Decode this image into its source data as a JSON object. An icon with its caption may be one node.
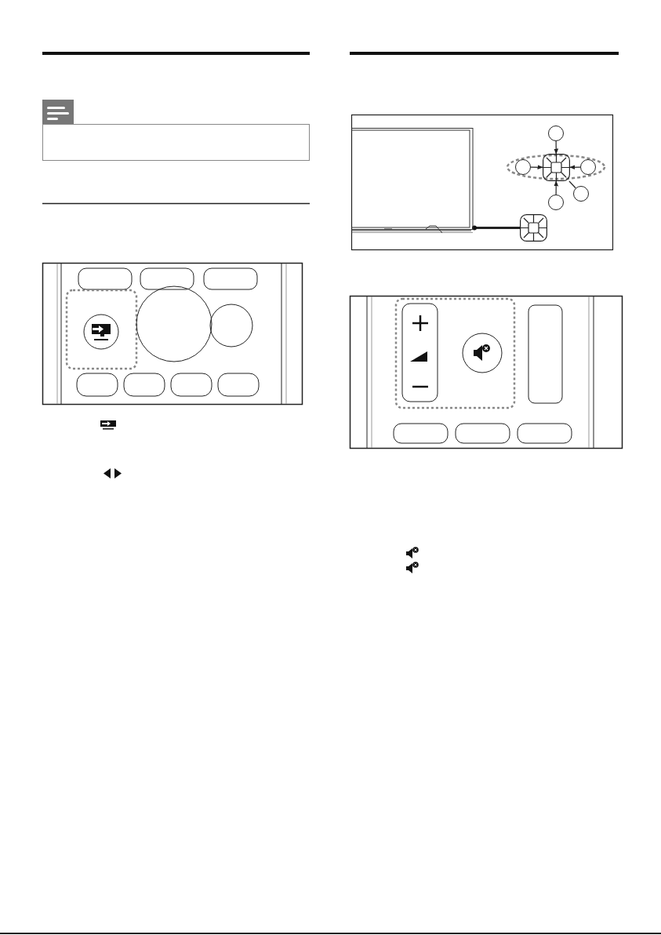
{
  "diagram": {
    "nodes": [
      {
        "text": [],
        "shape": "box"
      },
      {
        "text": [],
        "shape": "circle"
      },
      {
        "text": [],
        "shape": "circle"
      },
      {
        "text": [],
        "shape": "circle"
      },
      {
        "text": [],
        "shape": "circle"
      },
      {
        "text": [],
        "shape": "circle"
      },
      {
        "text": [],
        "shape": "picture"
      },
      {
        "text": [],
        "shape": "box"
      }
    ],
    "edges": [
      {
        "from": 1,
        "to": 0,
        "arrow": "to"
      },
      {
        "from": 2,
        "to": 0,
        "arrow": "to"
      },
      {
        "from": 3,
        "to": 0,
        "arrow": "to"
      },
      {
        "from": 4,
        "to": 0,
        "arrow": "to"
      },
      {
        "from": 5,
        "to": 0,
        "arrow": "none"
      },
      {
        "from": 6,
        "to": 7,
        "arrow": "other",
        "style": "thick"
      }
    ]
  }
}
